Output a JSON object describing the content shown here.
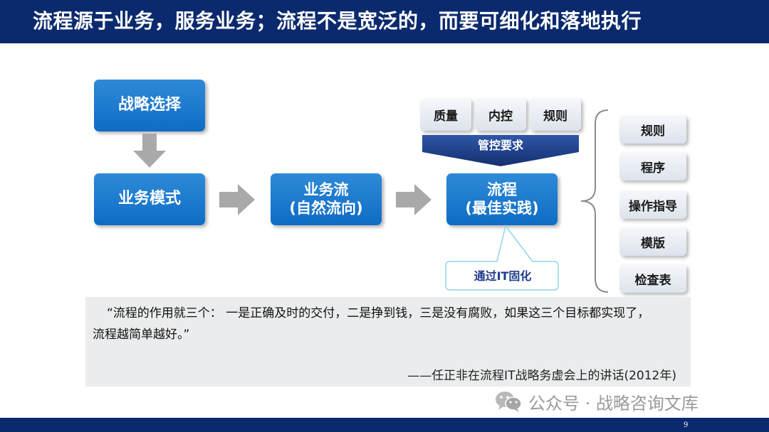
{
  "title": "流程源于业务，服务业务；流程不是宽泛的，而要可细化和落地执行",
  "diagram": {
    "strategy": "战略选择",
    "business_model": "业务模式",
    "business_flow": {
      "line1": "业务流",
      "line2": "(自然流向)"
    },
    "process": {
      "line1": "流程",
      "line2": "(最佳实践)"
    },
    "requirements": [
      "质量",
      "内控",
      "规则"
    ],
    "control_requirement": "管控要求",
    "it_callout": "通过IT固化",
    "outputs": [
      "规则",
      "程序",
      "操作指导",
      "模版",
      "检查表"
    ]
  },
  "quote": {
    "line1": "“流程的作用就三个：  一是正确及时的交付，二是挣到钱，三是没有腐败，如果这三个目标都实现了，",
    "line2": "流程越简单越好。”",
    "source": "——任正非在流程IT战略务虚会上的讲话(2012年)"
  },
  "watermark": "公众号 · 战略咨询文库",
  "page_number": "9",
  "colors": {
    "header": "#0b2a6e",
    "box_blue": "#1a78cc",
    "banner": "#1f3f8c",
    "quote_bg": "#ebeced"
  },
  "icons": [
    "down-arrow-icon",
    "right-arrow-icon",
    "brace-icon",
    "wechat-logo-icon"
  ]
}
